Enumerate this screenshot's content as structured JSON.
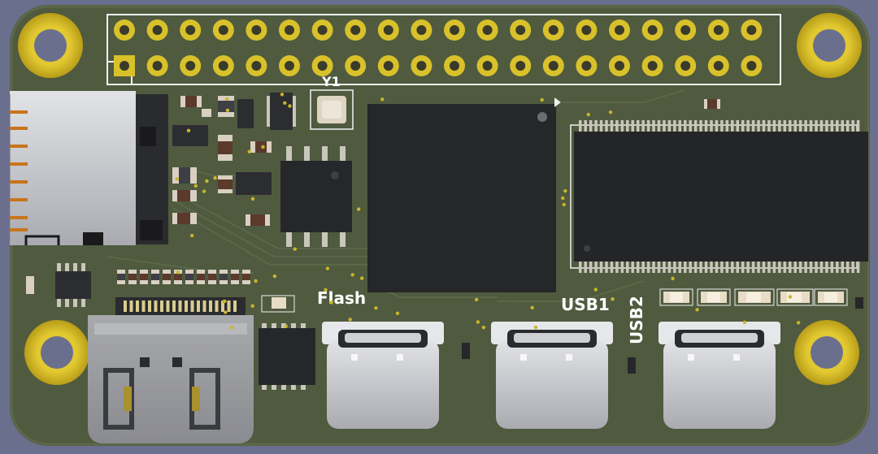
{
  "board": {
    "labels": {
      "crystal": "Y1",
      "flash": "Flash",
      "usb1": "USB1",
      "usb2": "USB2"
    },
    "colors": {
      "background": "#6b6f8e",
      "pcb": "#4f5a3f",
      "gold": "#d8c12a",
      "silkscreen": "#ffffff",
      "chip": "#2a2b2e",
      "connector_metal": "#c9cbcf"
    },
    "header": {
      "rows": 2,
      "pins_per_row": 20
    }
  }
}
